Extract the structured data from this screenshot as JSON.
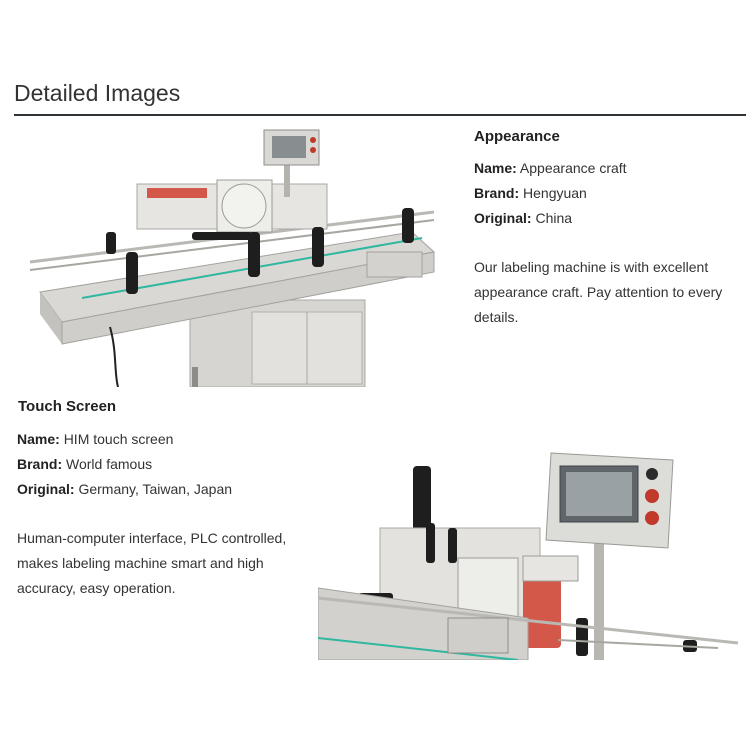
{
  "page": {
    "heading": "Detailed Images"
  },
  "appearance": {
    "title": "Appearance",
    "name_label": "Name:",
    "name_value": "Appearance craft",
    "brand_label": "Brand:",
    "brand_value": "Hengyuan",
    "origin_label": "Original:",
    "origin_value": "China",
    "description_lines": [
      "Our labeling machine is with excellent",
      "appearance craft. Pay attention to every",
      "details."
    ]
  },
  "touch_screen": {
    "title": "Touch Screen",
    "name_label": "Name:",
    "name_value": "HIM touch screen",
    "brand_label": "Brand:",
    "brand_value": "World famous",
    "origin_label": "Original:",
    "origin_value": "Germany, Taiwan, Japan",
    "description_lines": [
      "Human-computer interface, PLC controlled,",
      "makes labeling machine smart and high",
      "accuracy, easy operation."
    ]
  },
  "colors": {
    "rule": "#2e3338",
    "steel": "#c9c9c6",
    "conveyor_green": "#2fb7a0",
    "knob": "#1e1e1e",
    "label_roll": "#d4584a"
  }
}
